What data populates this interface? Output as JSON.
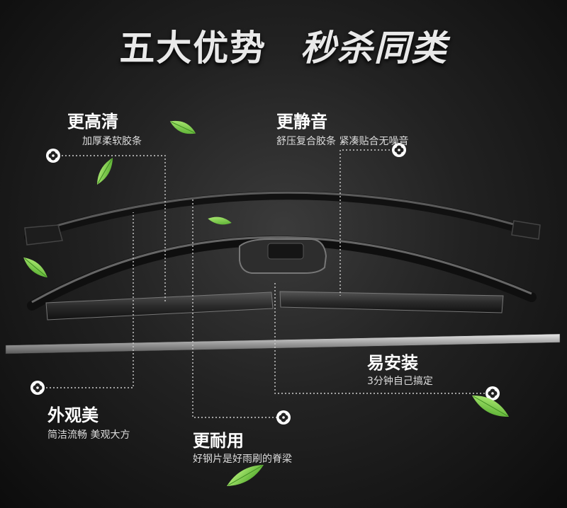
{
  "headline": {
    "left": "五大优势",
    "right": "秒杀同类"
  },
  "features": [
    {
      "title": "更高清",
      "subtitle": "加厚柔软胶条"
    },
    {
      "title": "更静音",
      "subtitle": "舒压复合胶条 紧凑贴合无噪音"
    },
    {
      "title": "易安装",
      "subtitle": "3分钟自己搞定"
    },
    {
      "title": "外观美",
      "subtitle": "简洁流畅 美观大方"
    },
    {
      "title": "更耐用",
      "subtitle": "好钢片是好雨刷的脊梁"
    }
  ],
  "colors": {
    "background": "#1a1a1a",
    "leaf": "#7fd14a",
    "blade": "#2a2a2a",
    "callout_line": "#d0d0d0"
  }
}
